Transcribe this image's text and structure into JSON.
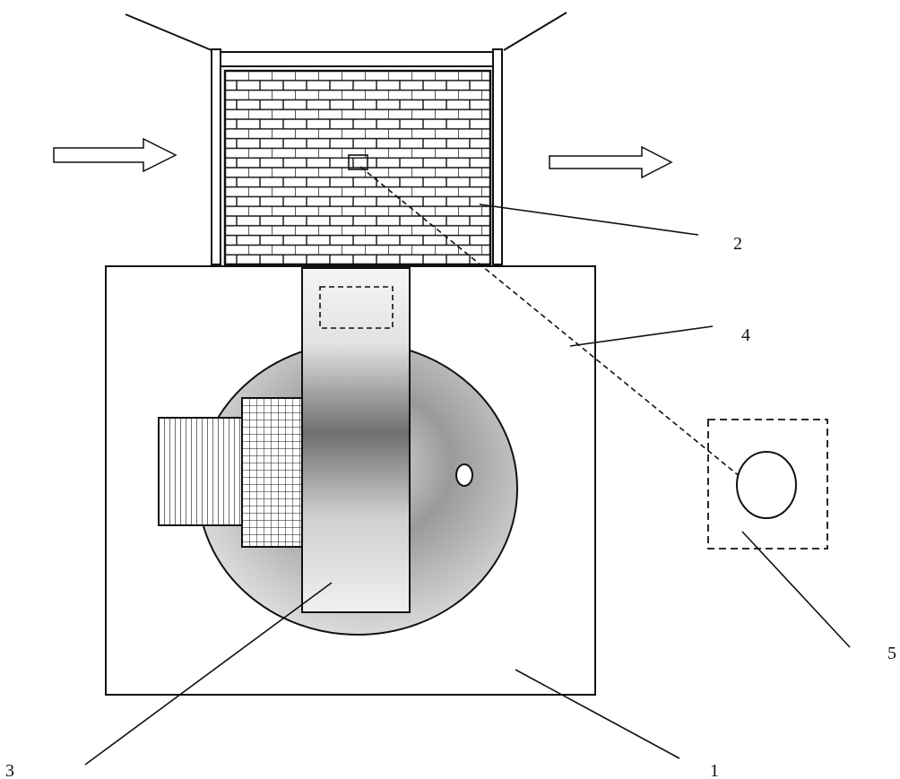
{
  "labels": {
    "item1": "1",
    "item2": "2",
    "item3": "3",
    "item4": "4",
    "item5": "5"
  },
  "colors": {
    "stroke": "#111111",
    "background": "#ffffff",
    "gradient_dark": "#6f6f6f",
    "gradient_light": "#f2f2f2"
  }
}
